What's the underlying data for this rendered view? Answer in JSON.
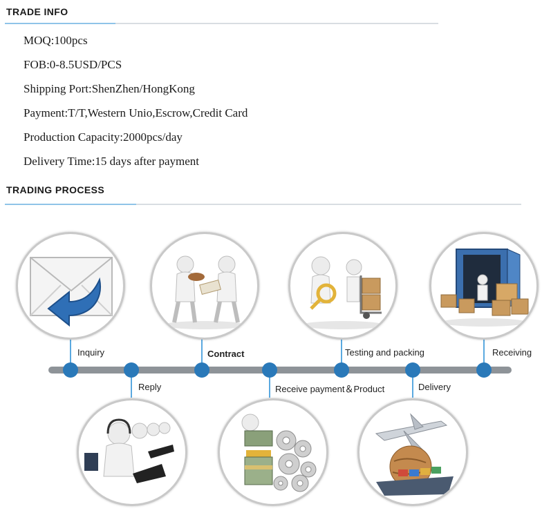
{
  "trade_info": {
    "title": "TRADE  INFO",
    "lines": [
      "MOQ:100pcs",
      "FOB:0-8.5USD/PCS",
      "Shipping Port:ShenZhen/HongKong",
      "Payment:T/T,Western Unio,Escrow,Credit Card",
      "Production Capacity:2000pcs/day",
      "Delivery Time:15 days after payment"
    ]
  },
  "trading_process": {
    "title": "TRADING  PROCESS",
    "steps": [
      {
        "label": "Inquiry",
        "icon": "envelope-arrow-icon"
      },
      {
        "label": "Reply",
        "icon": "customer-service-agents-icon"
      },
      {
        "label": "Contract",
        "icon": "contract-signing-icon"
      },
      {
        "label": "Receive payment＆Product",
        "icon": "money-and-gears-icon"
      },
      {
        "label": "Testing and packing",
        "icon": "inspection-and-packing-icon"
      },
      {
        "label": "Delivery",
        "icon": "plane-globe-ship-icon"
      },
      {
        "label": "Receiving",
        "icon": "container-boxes-icon"
      }
    ]
  },
  "colors": {
    "accent_rule": "#8fc4e8",
    "timeline_bar": "#8e9398",
    "timeline_dot": "#2a79b9",
    "stem": "#5aa9e0"
  }
}
